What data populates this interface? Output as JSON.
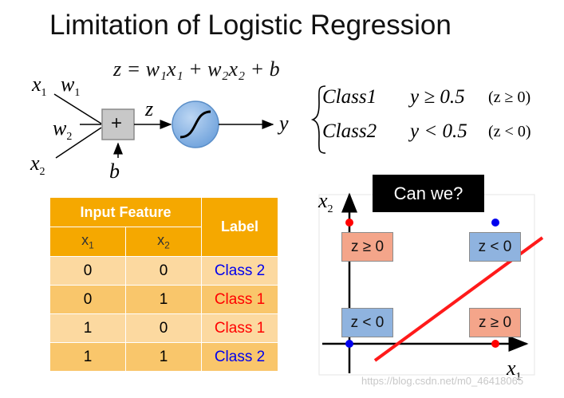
{
  "title": "Limitation of Logistic Regression",
  "equation": "z = w₁x₁ + w₂x₂ + b",
  "neuron": {
    "x1": "x",
    "x1_sub": "1",
    "w1": "w",
    "w1_sub": "1",
    "w2": "w",
    "w2_sub": "2",
    "x2": "x",
    "x2_sub": "2",
    "b": "b",
    "sum": "+",
    "z": "z",
    "y": "y"
  },
  "cases": [
    {
      "class": "Class1",
      "cond": "y ≥ 0.5",
      "z": "(z ≥ 0)"
    },
    {
      "class": "Class2",
      "cond": "y < 0.5",
      "z": "(z < 0)"
    }
  ],
  "table": {
    "header_feature": "Input Feature",
    "header_label": "Label",
    "col_x1": "x",
    "col_x1_sub": "1",
    "col_x2": "x",
    "col_x2_sub": "2",
    "rows": [
      {
        "x1": "0",
        "x2": "0",
        "label": "Class 2"
      },
      {
        "x1": "0",
        "x2": "1",
        "label": "Class 1"
      },
      {
        "x1": "1",
        "x2": "0",
        "label": "Class 1"
      },
      {
        "x1": "1",
        "x2": "1",
        "label": "Class 2"
      }
    ]
  },
  "plot": {
    "callout": "Can we?",
    "axis_x": "x",
    "axis_x_sub": "1",
    "axis_y": "x",
    "axis_y_sub": "2",
    "zones": [
      "z ≥ 0",
      "z < 0",
      "z < 0",
      "z ≥ 0"
    ]
  },
  "colors": {
    "class1": "#ff0000",
    "class2": "#0000ee",
    "boundary": "#ff0000",
    "header": "#f5a800"
  },
  "watermark": "https://blog.csdn.net/m0_46418065"
}
